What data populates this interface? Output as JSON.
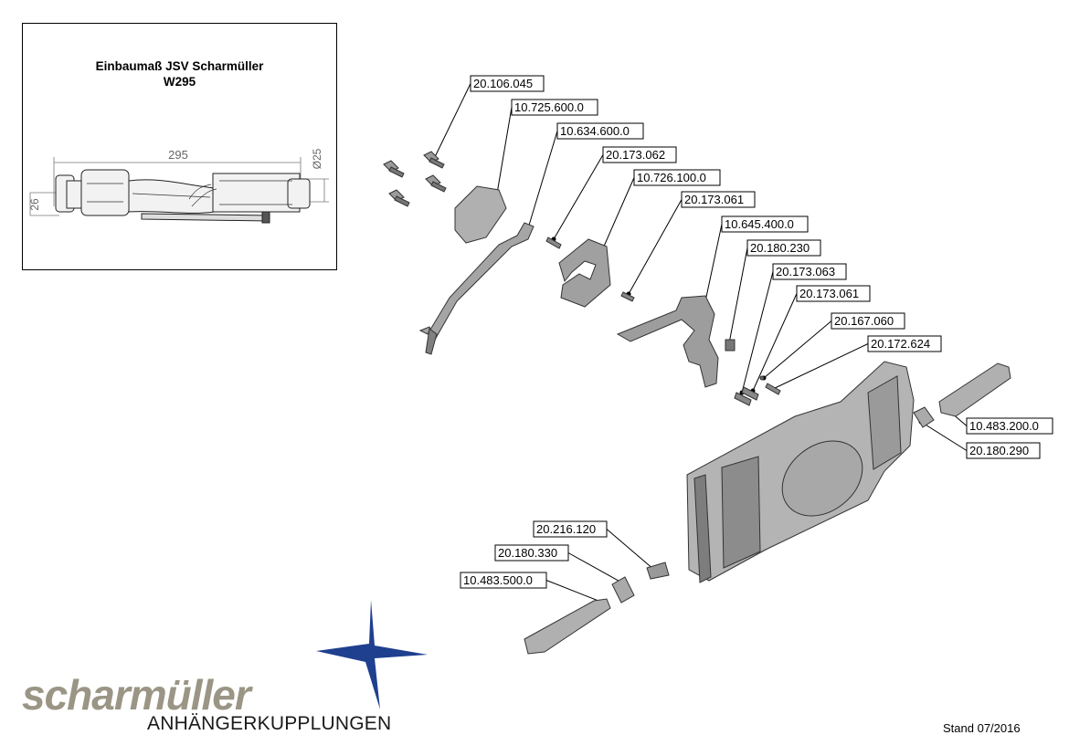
{
  "inset": {
    "title_line1": "Einbaumaß JSV Scharmüller",
    "title_line2": "W295",
    "dim_length": "295",
    "dim_diameter": "Ø25",
    "dim_height": "26"
  },
  "part_numbers": [
    "20.106.045",
    "10.725.600.0",
    "10.634.600.0",
    "20.173.062",
    "10.726.100.0",
    "20.173.061",
    "10.645.400.0",
    "20.180.230",
    "20.173.063",
    "20.173.061",
    "20.167.060",
    "20.172.624",
    "10.483.200.0",
    "20.180.290",
    "20.216.120",
    "20.180.330",
    "10.483.500.0"
  ],
  "logo": {
    "brand": "scharmüller",
    "tagline": "ANHÄNGERKUPPLUNGEN",
    "brand_color": "#9a9585",
    "accent_color": "#1f3f8f"
  },
  "footer": {
    "stand": "Stand 07/2016"
  }
}
